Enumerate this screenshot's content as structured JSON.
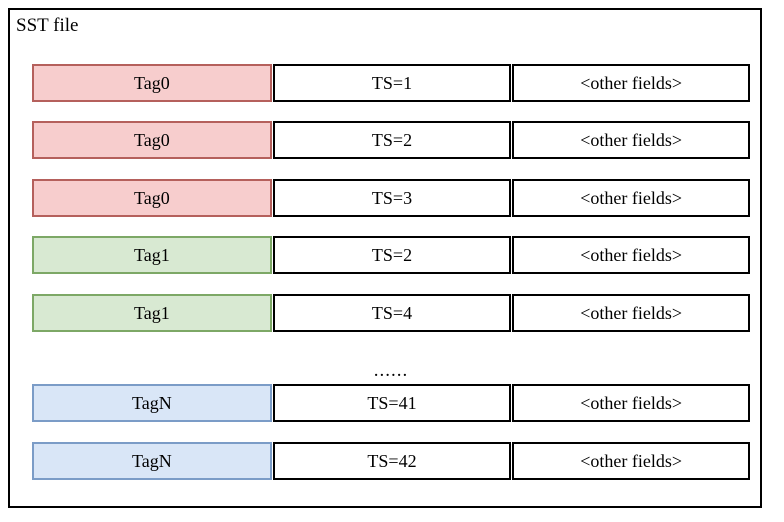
{
  "diagram": {
    "title": "SST file",
    "columns": [
      "tag",
      "timestamp",
      "other"
    ],
    "ellipsis": "......",
    "colors": {
      "red_fill": "#f7cdcd",
      "red_border": "#b5605c",
      "green_fill": "#d8e9d2",
      "green_border": "#7da866",
      "blue_fill": "#d9e6f7",
      "blue_border": "#7b9cc7",
      "frame_border": "#000000",
      "background": "#ffffff"
    },
    "rows": [
      {
        "tag": "Tag0",
        "ts": "TS=1",
        "other": "<other fields>",
        "color": "red"
      },
      {
        "tag": "Tag0",
        "ts": "TS=2",
        "other": "<other fields>",
        "color": "red"
      },
      {
        "tag": "Tag0",
        "ts": "TS=3",
        "other": "<other fields>",
        "color": "red"
      },
      {
        "tag": "Tag1",
        "ts": "TS=2",
        "other": "<other fields>",
        "color": "green"
      },
      {
        "tag": "Tag1",
        "ts": "TS=4",
        "other": "<other fields>",
        "color": "green"
      },
      {
        "tag": "TagN",
        "ts": "TS=41",
        "other": "<other fields>",
        "color": "blue"
      },
      {
        "tag": "TagN",
        "ts": "TS=42",
        "other": "<other fields>",
        "color": "blue"
      }
    ]
  }
}
